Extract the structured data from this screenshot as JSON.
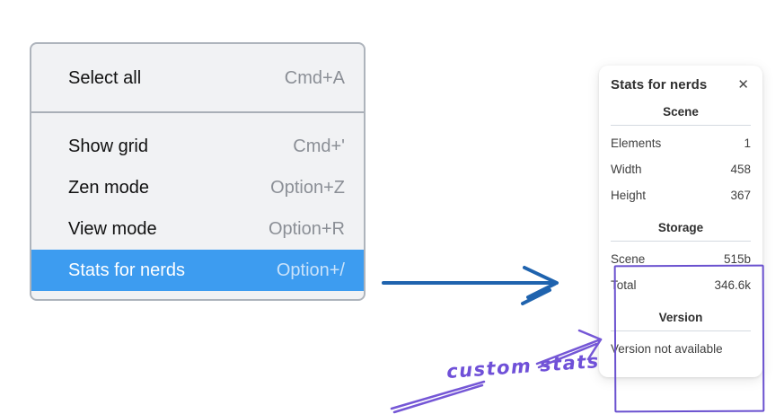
{
  "menu": {
    "sections": [
      {
        "items": [
          {
            "label": "Select all",
            "shortcut": "Cmd+A"
          }
        ]
      },
      {
        "items": [
          {
            "label": "Show grid",
            "shortcut": "Cmd+'"
          },
          {
            "label": "Zen mode",
            "shortcut": "Option+Z"
          },
          {
            "label": "View mode",
            "shortcut": "Option+R"
          },
          {
            "label": "Stats for nerds",
            "shortcut": "Option+/",
            "highlighted": true
          }
        ]
      }
    ]
  },
  "panel": {
    "title": "Stats for nerds",
    "close_icon": "✕",
    "sections": [
      {
        "heading": "Scene",
        "rows": [
          [
            "Elements",
            "1"
          ],
          [
            "Width",
            "458"
          ],
          [
            "Height",
            "367"
          ]
        ]
      },
      {
        "heading": "Storage",
        "rows": [
          [
            "Scene",
            "515b"
          ],
          [
            "Total",
            "346.6k"
          ]
        ]
      },
      {
        "heading": "Version",
        "note": "Version not available"
      }
    ]
  },
  "annotation": {
    "label": "custom stats"
  },
  "colors": {
    "menu_highlight": "#3d9cf0",
    "menu_background": "#f1f2f4",
    "menu_border": "#aeb4bc",
    "arrow_blue": "#1f63ae",
    "annotation_purple": "#6f50d8",
    "custom_box_purple": "#6a51cf",
    "divider_grey": "#d4dae1"
  }
}
